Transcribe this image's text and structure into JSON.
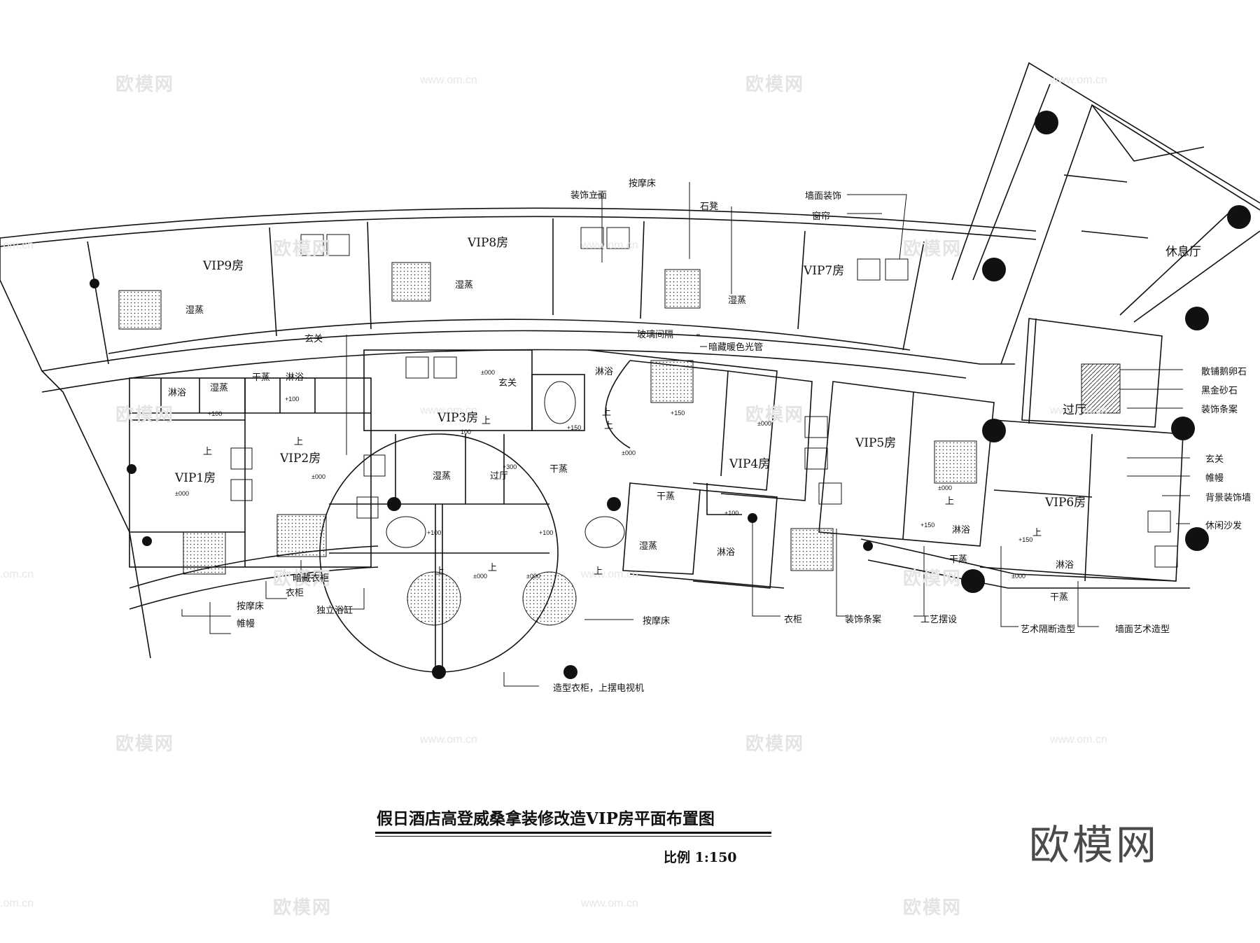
{
  "title": "假日酒店高登威桑拿装修改造VIP房平面布置图",
  "scale": "比例 1:150",
  "logo": "欧模网",
  "watermark": {
    "text": "欧模网",
    "url": "www.om.cn",
    "url_short": ".om.cn"
  },
  "rooms": {
    "vip1": "VIP1房",
    "vip2": "VIP2房",
    "vip3": "VIP3房",
    "vip4": "VIP4房",
    "vip5": "VIP5房",
    "vip6": "VIP6房",
    "vip7": "VIP7房",
    "vip8": "VIP8房",
    "vip9": "VIP9房",
    "lounge": "休息厅",
    "hall_right": "过厅",
    "hall_center": "过厅"
  },
  "zones": {
    "wet_steam": "湿蒸",
    "dry_steam": "干蒸",
    "shower": "淋浴",
    "foyer": "玄关",
    "up": "上"
  },
  "levels": {
    "pm000": "±000",
    "p100": "+100",
    "p150": "+150",
    "p300": "+300",
    "n100": "100"
  },
  "annotations": {
    "decor_elevation": "装饰立面",
    "massage_bed": "按摩床",
    "stone_bench": "石凳",
    "wall_decor": "墙面装饰",
    "curtain": "窗帘",
    "foyer": "玄关",
    "glass_partition": "玻璃间隔",
    "hidden_light": "暗藏暖色光管",
    "pebbles": "散铺鹅卵石",
    "black_sand": "黑金砂石",
    "decor_strip": "装饰条案",
    "canopy": "帷幔",
    "backdrop_wall": "背景装饰墙",
    "leisure_sofa": "休闲沙发",
    "hidden_wardrobe": "暗藏衣柜",
    "wardrobe": "衣柜",
    "bathtub": "独立浴缸",
    "wardrobe_tv": "造型衣柜，上摆电视机",
    "craft_display": "工艺摆设",
    "art_partition": "艺术隔断造型",
    "wall_art": "墙面艺术造型"
  },
  "colors": {
    "line": "#111111",
    "watermark": "#e4e4e4",
    "logo": "#4a4a4a"
  }
}
